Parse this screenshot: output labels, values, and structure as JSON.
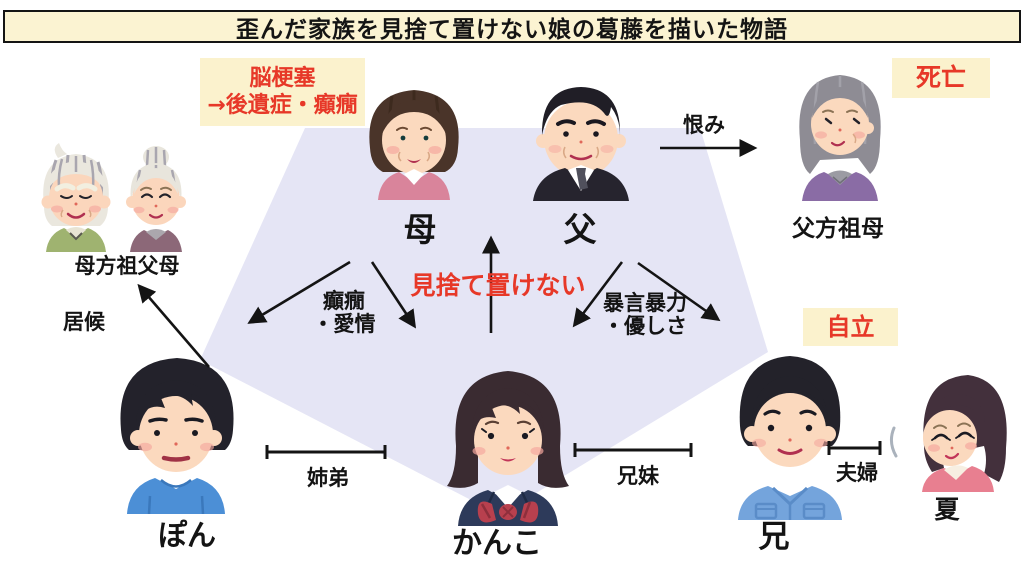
{
  "title": "歪んだ家族を見捨て置けない娘の葛藤を描いた物語",
  "notes": {
    "stroke": {
      "line1": "脳梗塞",
      "line2": "→後遺症・癲癇"
    },
    "death": "死亡",
    "independence": "自立"
  },
  "center_conflict": "見捨て置けない",
  "relations": {
    "grudge": "恨み",
    "freeloading": "居候",
    "epilepsy_affection": {
      "line1": "癲癇",
      "line2": "・愛情"
    },
    "abuse_kindness": {
      "line1": "暴言暴力",
      "line2": "・優しさ"
    },
    "sister_brother": "姉弟",
    "brother_sister": "兄妹",
    "married_couple": "夫婦"
  },
  "people": {
    "mother": {
      "label": "母"
    },
    "father": {
      "label": "父"
    },
    "paternal_grandmother": {
      "label": "父方祖母"
    },
    "maternal_grandparents": {
      "label": "母方祖父母"
    },
    "pon": {
      "label": "ぽん"
    },
    "kanko": {
      "label": "かんこ"
    },
    "brother": {
      "label": "兄"
    },
    "natsu": {
      "label": "夏"
    }
  },
  "colors": {
    "banner_yellow": "#fbf3d2",
    "note_yellow": "#fbf2cd",
    "accent_red": "#e73828",
    "pentagon_lavender": "#e5e5f5",
    "ink_black": "#141414"
  }
}
